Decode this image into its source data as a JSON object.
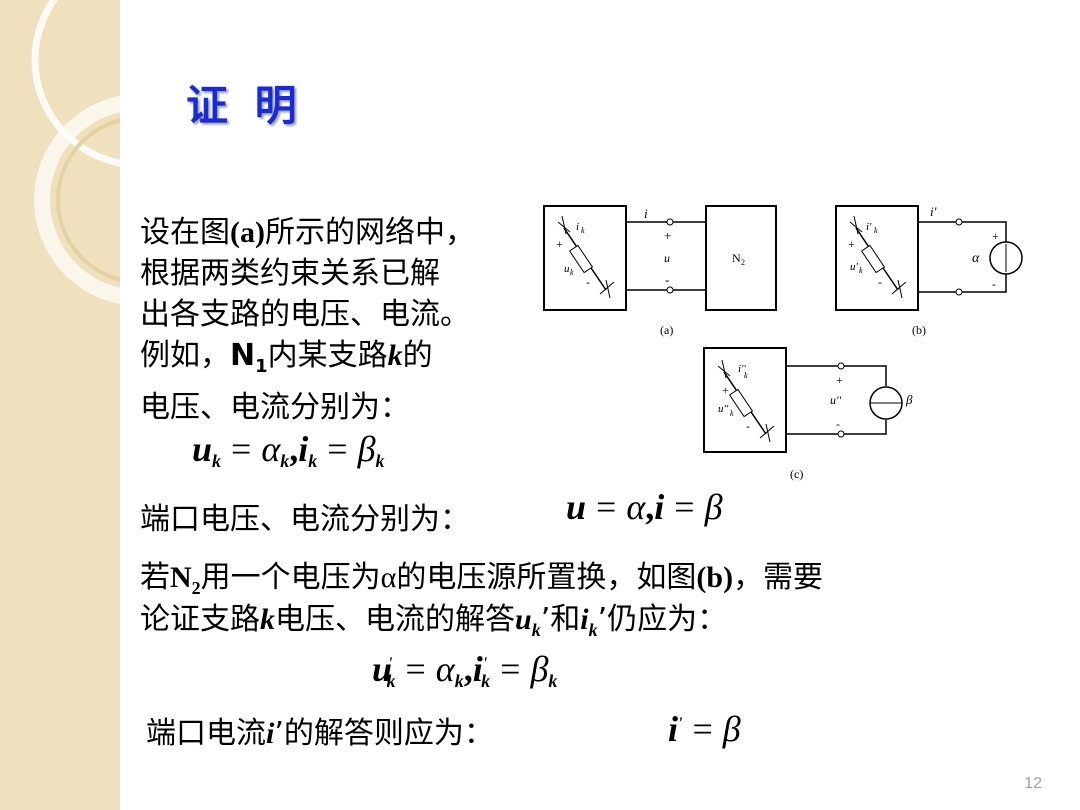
{
  "slide": {
    "title": "证 明",
    "page_number": "12"
  },
  "paragraph": {
    "line1_a": "设在图",
    "line1_b": "(a)",
    "line1_c": "所示的网络中，",
    "line2": "根据两类约束关系已解",
    "line3": "出各支路的电压、电流。",
    "line4_a": "例如，",
    "line4_n": "N",
    "line4_sub": "1",
    "line4_b": "内某支路",
    "line4_k": "k",
    "line4_c": "的",
    "line5": "电压、电流分别为："
  },
  "eq1": {
    "u": "u",
    "k1": "k",
    "eq_a": "=",
    "alpha": "α",
    "k2": "k",
    "comma": ",",
    "i": "i",
    "k3": "k",
    "eq_b": "=",
    "beta": "β",
    "k4": "k"
  },
  "port_voltage": {
    "label": "端口电压、电流分别为：",
    "u": "u",
    "eq_a": "=",
    "alpha": "α",
    "comma": ",",
    "i": "i",
    "eq_b": "=",
    "beta": "β"
  },
  "replace": {
    "a1": "若",
    "n": "N",
    "n_sub": "2",
    "a2": "用一个电压为",
    "alpha": "α",
    "a3": "的电压源所置换，如图",
    "fig_b": "(b)",
    "a4": "，需要",
    "b1": "论证支路",
    "k": "k",
    "b2": "电压、电流的解答",
    "uk": "u",
    "uk_sub": "k",
    "b3": "’和",
    "ik": "i",
    "ik_sub": "k",
    "b4": "’仍应为："
  },
  "eq2": {
    "u": "u",
    "k1": "k",
    "prime1": "'",
    "eq_a": "=",
    "alpha": "α",
    "k2": "k",
    "comma": ",",
    "i": "i",
    "prime2": "'",
    "k3": "k",
    "eq_b": "=",
    "beta": "β",
    "k4": "k"
  },
  "port_current": {
    "a": "端口电流",
    "i": "i",
    "b": "’的解答则应为："
  },
  "eq3": {
    "i": "i",
    "prime": "'",
    "eq": "=",
    "beta": "β"
  },
  "figures": {
    "a": {
      "caption": "(a)",
      "i": "i",
      "ik": "i",
      "ik_sub": "k",
      "plus1": "+",
      "uk": "u",
      "uk_sub": "k",
      "minus1": "-",
      "plus2": "+",
      "u": "u",
      "minus2": "-",
      "n2": "N",
      "n2_sub": "2"
    },
    "b": {
      "caption": "(b)",
      "i": "i'",
      "ik": "i'",
      "ik_sub": "k",
      "plus1": "+",
      "uk": "u'",
      "uk_sub": "k",
      "minus1": "-",
      "plus2": "+",
      "alpha": "α",
      "minus2": "-"
    },
    "c": {
      "caption": "(c)",
      "ik": "i''",
      "ik_sub": "k",
      "plus1": "+",
      "uk": "u''",
      "uk_sub": "k",
      "minus1": "-",
      "plus2": "+",
      "u": "u''",
      "minus2": "-",
      "beta": "β"
    }
  }
}
